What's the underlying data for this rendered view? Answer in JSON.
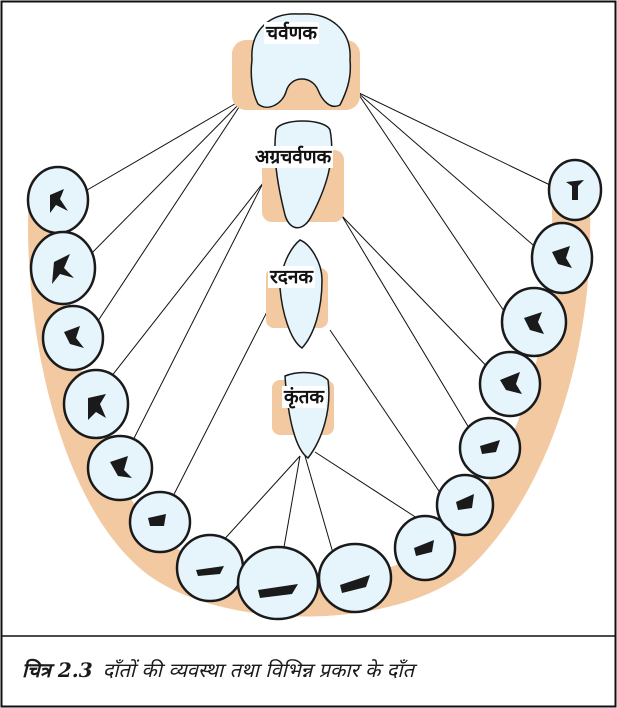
{
  "labels": {
    "molar": "चर्वणक",
    "premolar": "अग्रचर्वणक",
    "canine": "रदनक",
    "incisor": "कृंतक"
  },
  "caption": {
    "number": "चित्र 2.3",
    "text": "दाँतों की व्यवस्था तथा विभिन्न प्रकार के दाँत"
  },
  "colors": {
    "gum": "#f2c9a0",
    "tooth": "#e6f4fb",
    "outline": "#1a1a1a"
  }
}
